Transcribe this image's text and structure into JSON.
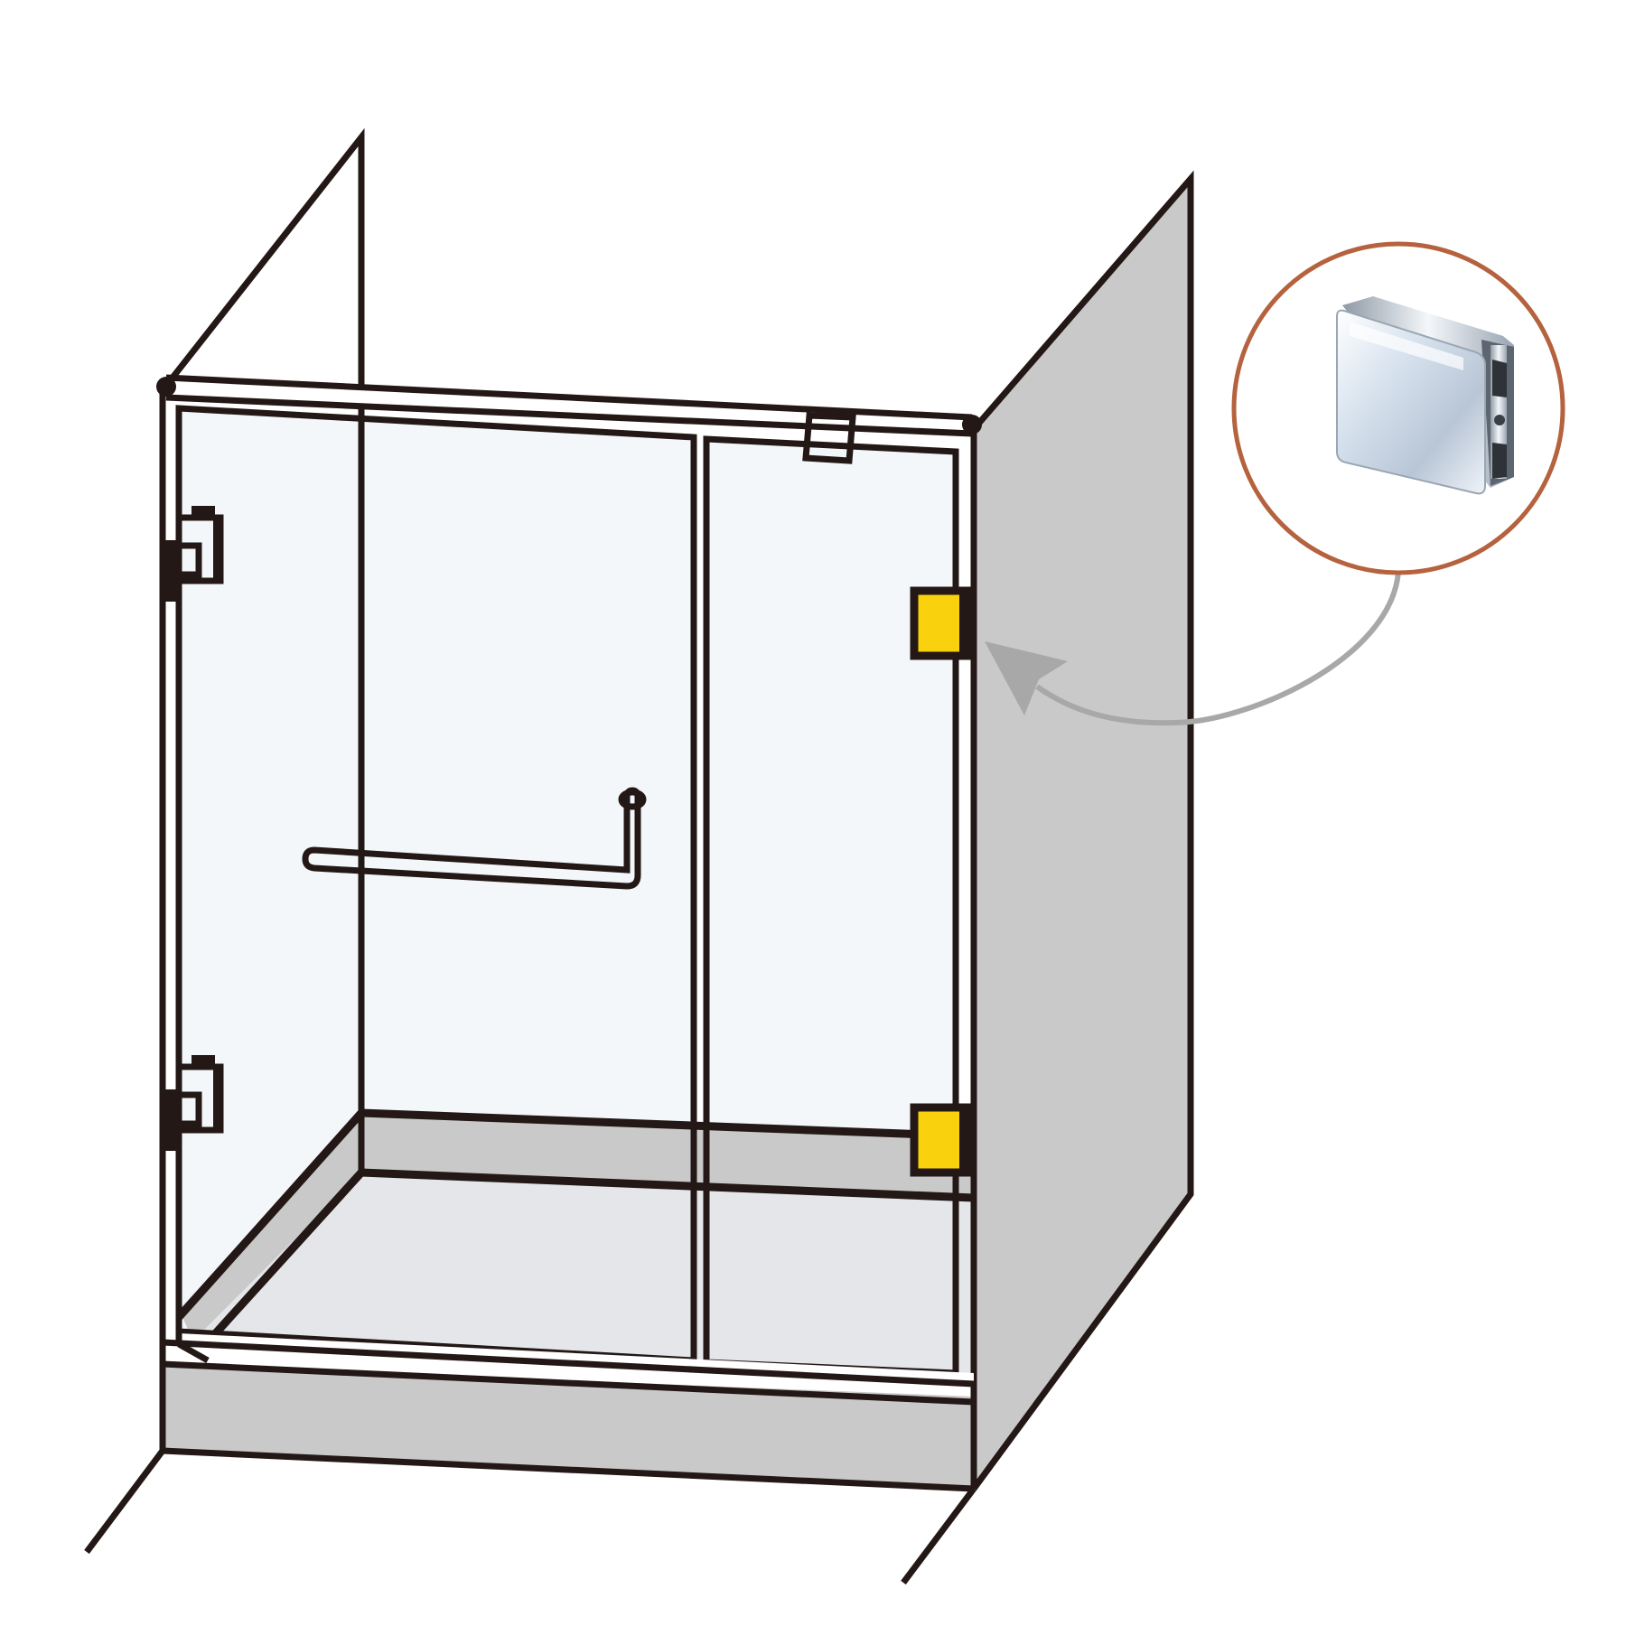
{
  "diagram": {
    "subject": "frameless-shower-enclosure-with-glass-clamp-callout",
    "colors": {
      "outline": "#231815",
      "glass": "#f3f7fa",
      "wall": "#c9c9ca",
      "tray_floor": "#e4e6e9",
      "highlight_clamp": "#f9d10d",
      "callout_circle": "#b5623e",
      "callout_arrow": "#a8a8a8",
      "chrome": "#dfe6ee"
    },
    "highlighted_parts": [
      "glass-to-wall-clamp-top",
      "glass-to-wall-clamp-bottom"
    ],
    "hinges": [
      "hinge-top",
      "hinge-bottom"
    ],
    "callout": {
      "icon": "glass-clamp-photo-icon"
    }
  }
}
